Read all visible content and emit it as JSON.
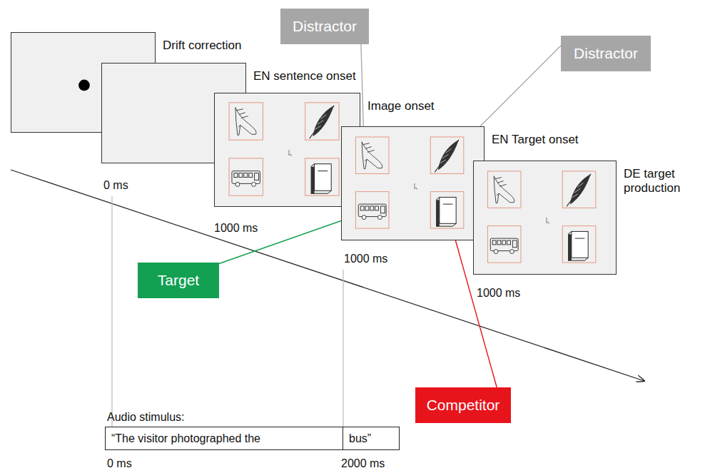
{
  "diagram": {
    "nodes": [
      {
        "text": [
          "Distractor"
        ]
      },
      {
        "text": [
          "Distractor"
        ]
      },
      {
        "text": [
          "Drift correction"
        ]
      },
      {
        "text": [
          "EN sentence onset"
        ]
      },
      {
        "text": [
          "Image onset"
        ]
      },
      {
        "text": [
          "EN Target onset"
        ]
      },
      {
        "text": [
          "DE target production"
        ]
      },
      {
        "text": [
          "Target"
        ]
      },
      {
        "text": [
          "Competitor"
        ]
      },
      {
        "text": [
          "“The visitor photographed the"
        ]
      },
      {
        "text": [
          "bus”"
        ]
      }
    ],
    "edges": [
      {
        "from": 0,
        "to": 5,
        "arrow": "none"
      },
      {
        "from": 1,
        "to": 5,
        "arrow": "none"
      },
      {
        "from": 7,
        "to": 5,
        "arrow": "none"
      },
      {
        "from": 8,
        "to": 5,
        "arrow": "none"
      }
    ],
    "labels": [
      "0 ms",
      "1000 ms",
      "1000 ms",
      "1000 ms",
      "Audio stimulus:",
      "0 ms",
      "2000 ms"
    ]
  }
}
